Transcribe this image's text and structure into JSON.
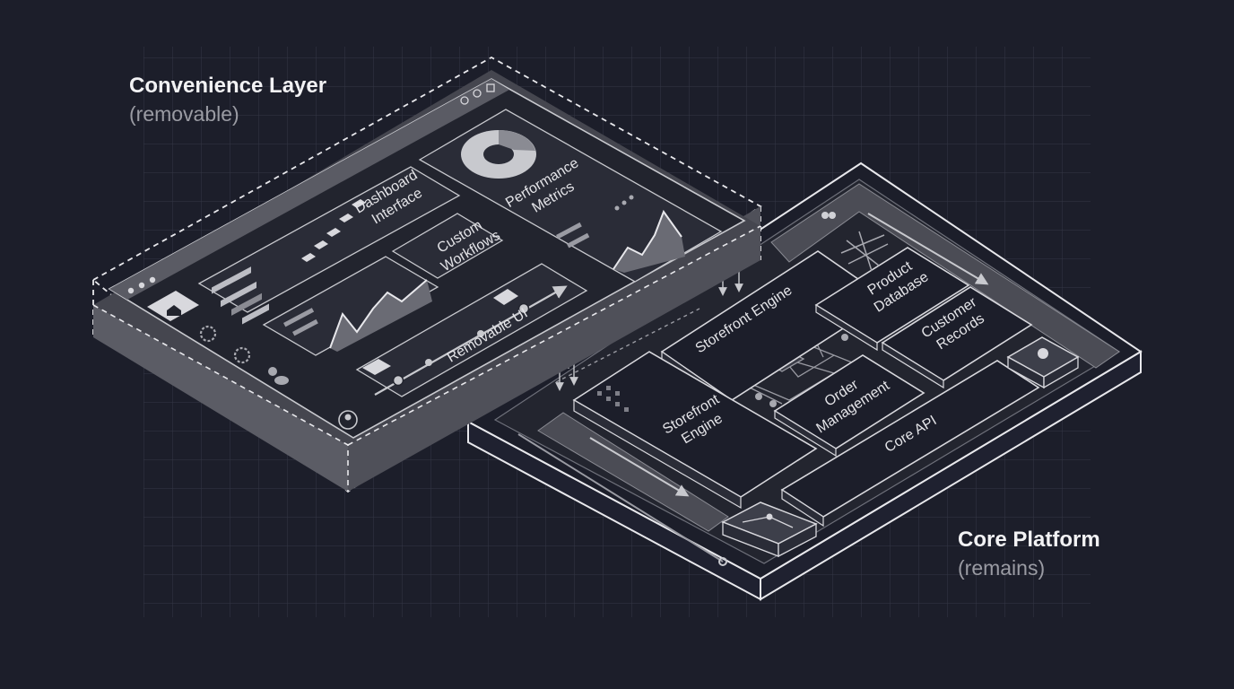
{
  "convenience_layer": {
    "title": "Convenience Layer",
    "subtitle": "(removable)",
    "panels": {
      "dashboard": "Dashboard Interface",
      "workflows": "Custom Workflows",
      "performance": "Performance Metrics",
      "removable_ui": "Removable UI"
    },
    "sidebar_icons": [
      "home-icon",
      "gear-icon",
      "gear-icon",
      "user-icon",
      "avatar-icon"
    ],
    "window_icons": [
      "refresh-icon",
      "gear-icon",
      "grid-icon"
    ]
  },
  "core_platform": {
    "title": "Core Platform",
    "subtitle": "(remains)",
    "modules": {
      "storefront_top": "Storefront Engine",
      "storefront_main": "Storefront Engine",
      "product_db": "Product Database",
      "customer_records": "Customer Records",
      "order_management": "Order Management",
      "core_api": "Core API"
    }
  },
  "colors": {
    "background": "#1c1e2a",
    "grid": "#353846",
    "outline": "#e8e8ec",
    "panel_fill": "#2a2c37",
    "tray_fill": "#4b4c55"
  }
}
